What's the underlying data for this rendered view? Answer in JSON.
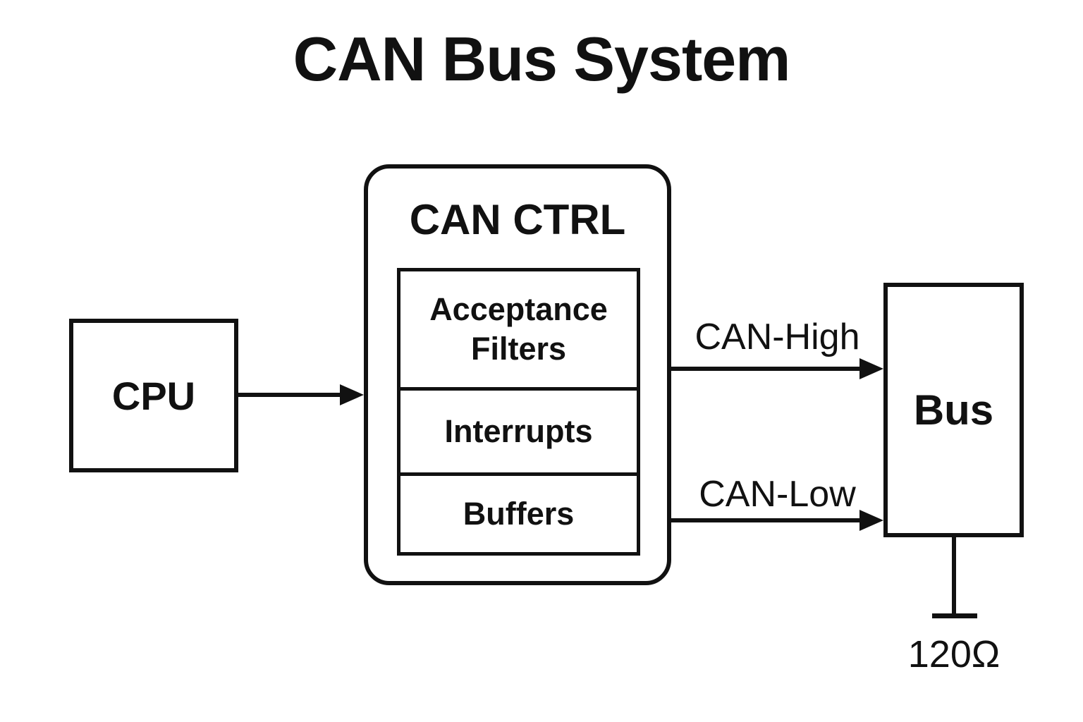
{
  "title": "CAN Bus System",
  "colors": {
    "ink": "#111111",
    "background": "#ffffff"
  },
  "nodes": {
    "cpu": {
      "label": "CPU"
    },
    "can_ctrl": {
      "label": "CAN CTRL",
      "children": [
        {
          "label": "Acceptance Filters"
        },
        {
          "label": "Interrupts"
        },
        {
          "label": "Buffers"
        }
      ]
    },
    "bus": {
      "label": "Bus"
    }
  },
  "connections": {
    "cpu_to_ctrl": {
      "from": "CPU",
      "to": "CAN CTRL"
    },
    "can_high": {
      "label": "CAN-High",
      "from": "CAN CTRL",
      "to": "Bus"
    },
    "can_low": {
      "label": "CAN-Low",
      "from": "CAN CTRL",
      "to": "Bus"
    }
  },
  "terminator": {
    "label": "120Ω"
  }
}
